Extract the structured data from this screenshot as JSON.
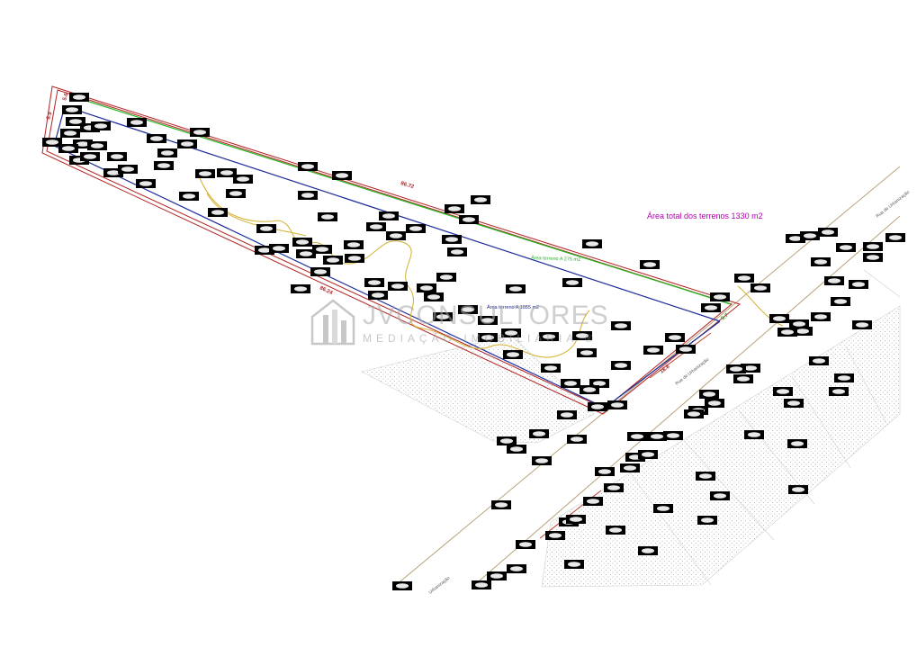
{
  "plan": {
    "total_area_label": "Área total dos terrenos 1330 m2",
    "terrain_a_label": "Área terreno A  275 m2",
    "terrain_b_label": "Área terreno A  1055 m2",
    "street_upper": "Rua de Urbanização",
    "street_lower": "Rua de Urbanização",
    "street_bottom": "Urbanização",
    "dim_top": "86.72",
    "dim_bottom": "86.24",
    "dim_left_a": "8.9",
    "dim_left_b": "5.6",
    "dim_right": "9.7",
    "dim_front": "18.8"
  },
  "watermark": {
    "title": "JVCONSULTORES",
    "subtitle": "MEDIAÇÃO IMOBILIÁRIA ®"
  },
  "colors": {
    "boundary": "#b22222",
    "green_line": "#22bb22",
    "blue_line": "#1a2a9a",
    "contour": "#d4b030",
    "street": "#b9a47a",
    "total_area_text": "#b000b0"
  },
  "icons": [
    "tree-symbol-icon"
  ]
}
